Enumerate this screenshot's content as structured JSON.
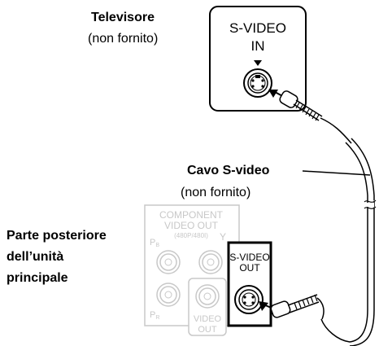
{
  "tv": {
    "title": "Televisore",
    "subtitle": "(non fornito)",
    "port_line1": "S-VIDEO",
    "port_line2": "IN"
  },
  "cable": {
    "title": "Cavo S-video",
    "subtitle": "(non fornito)"
  },
  "rear_panel": {
    "line1": "Parte posteriore",
    "line2": "dell’unità",
    "line3": "principale",
    "component_line1": "COMPONENT",
    "component_line2": "VIDEO OUT",
    "component_line3": "(480P/480I)",
    "pb_label": "P",
    "pb_sub": "B",
    "pr_label": "P",
    "pr_sub": "R",
    "y_label": "Y",
    "video_out_line1": "VIDEO",
    "video_out_line2": "OUT",
    "svideo_out_line1": "S-VIDEO",
    "svideo_out_line2": "OUT"
  }
}
